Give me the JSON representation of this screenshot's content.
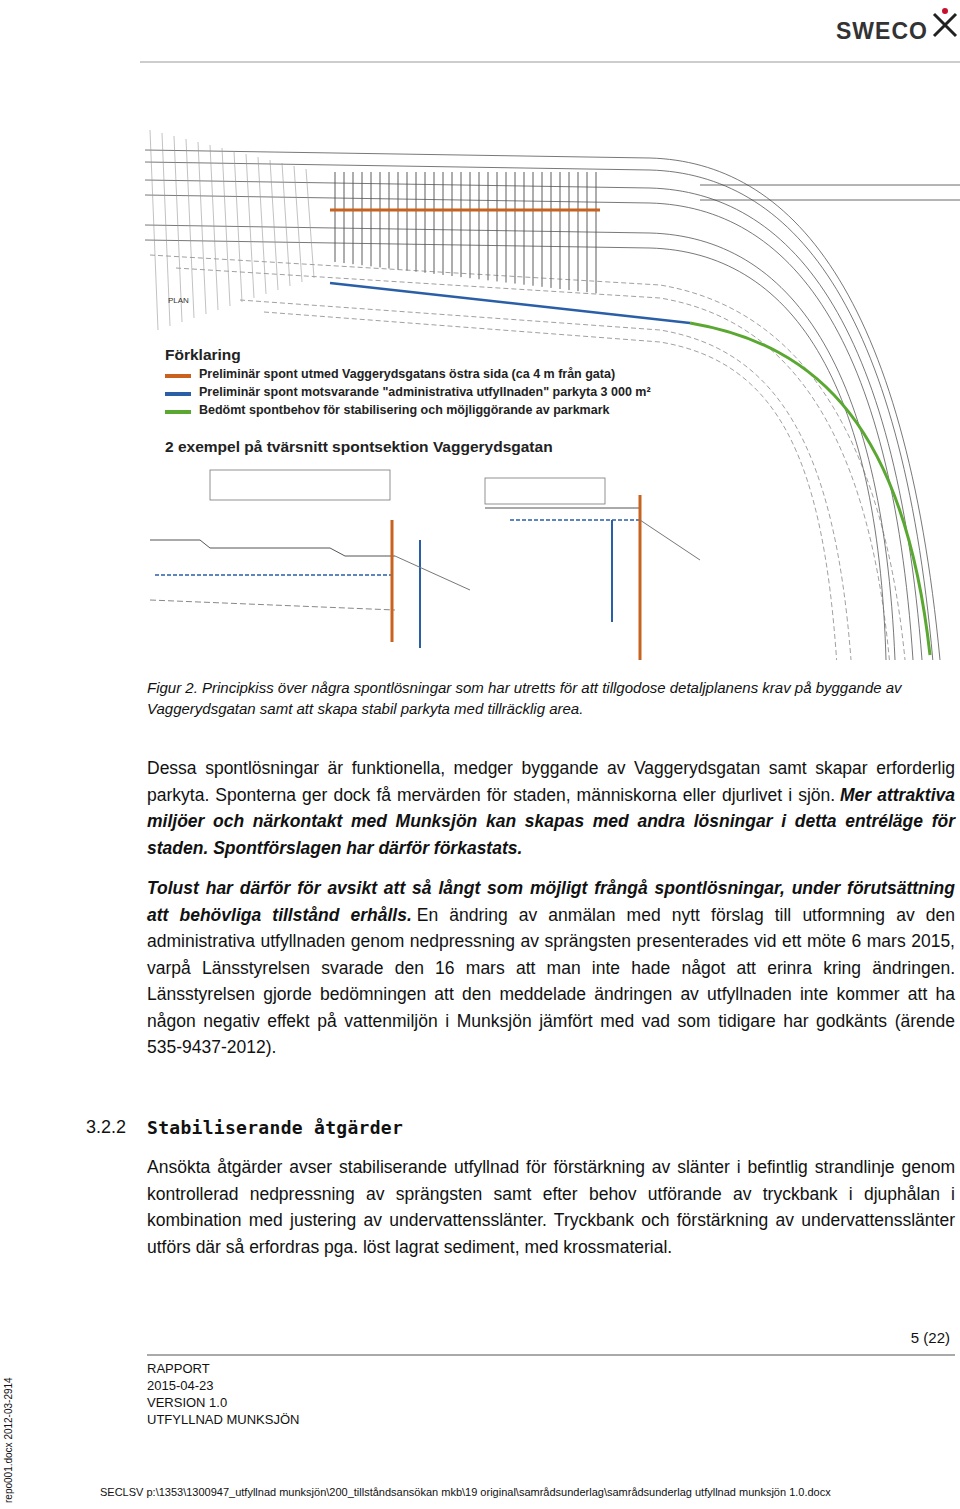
{
  "diagram": {
    "caption": "Figur 2. Principkiss över några spontlösningar som har utretts för att tillgodose detaljplanens krav på byggande av Vaggerydsgatan samt att skapa stabil parkyta med tillräcklig area.",
    "labels": [
      "SWECO",
      "PLAN",
      "Förklaring",
      "2 exempel på tvärsnitt spontsektion Vaggerydsgatan",
      "Dessa spontlösningar är funktionella, medger byggande av Vaggerydsgatan samt skapar erforderlig parkyta. Sponterna ger dock få mervärden för staden, människorna eller djurlivet i sjön.",
      "Mer attraktiva miljöer och närkontakt med Munksjön kan skapas med andra lösningar i detta entréläge för staden. Spontförslagen har därför förkastats.",
      "Tolust har därför för avsikt att så långt som möjligt frångå spontlösningar, under förutsättning att behövliga tillstånd erhålls.",
      "En ändring av anmälan med nytt förslag till utformning av den administrativa utfyllnaden genom nedpressning av sprängsten presenterades vid ett möte 6 mars 2015, varpå Länsstyrelsen svarade den 16 mars att man inte hade något att erinra kring ändringen. Länsstyrelsen gjorde bedömningen att den meddelade ändringen av utfyllnaden inte kommer att ha någon negativ effekt på vattenmiljön i Munksjön jämfört med vad som tidigare har godkänts (ärende 535-9437-2012).",
      "3.2.2",
      "Stabiliserande åtgärder",
      "Ansökta åtgärder avser stabiliserande utfyllnad för förstärkning av slänter i befintlig strandlinje genom kontrollerad nedpressning av sprängsten samt efter behov utförande av tryckbank i djuphålan i kombination med justering av undervattensslänter. Tryckbank och förstärkning av undervattensslänter utförs där så erfordras pga. löst lagrat sediment, med krossmaterial.",
      "5 (22)",
      "RAPPORT",
      "2015-04-23",
      "VERSION 1.0",
      "UTFYLLNAD MUNKSJÖN",
      "repo001.docx 2012-03-2914",
      "SECLSV p:\\1353\\1300947_utfyllnad munksjön\\200_tillståndsansökan mkb\\19 original\\samrådsunderlag\\samrådsunderlag utfyllnad munksjön 1.0.docx"
    ],
    "legend": [
      {
        "text": "Preliminär spont utmed Vaggerydsgatans östra sida (ca 4 m från gata)",
        "color": "#c8621e"
      },
      {
        "text": "Preliminär spont motsvarande \"administrativa utfyllnaden\" parkyta 3 000 m²",
        "color": "#2a5fa8"
      },
      {
        "text": "Bedömt spontbehov för stabilisering och möjliggörande av parkmark",
        "color": "#5aa832"
      }
    ]
  }
}
